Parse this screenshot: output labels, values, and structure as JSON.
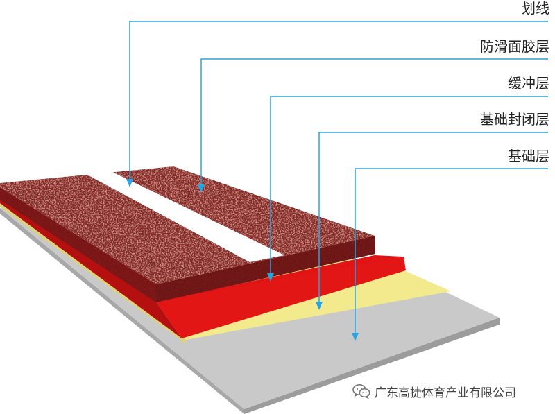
{
  "diagram": {
    "layers": [
      {
        "id": "marking",
        "label": "划线"
      },
      {
        "id": "anti-slip",
        "label": "防滑面胶层"
      },
      {
        "id": "cushion",
        "label": "缓冲层"
      },
      {
        "id": "sealing",
        "label": "基础封闭层"
      },
      {
        "id": "base",
        "label": "基础层"
      }
    ],
    "colors": {
      "leader_line": "#2aa3e0",
      "rubber_top": "#8a2622",
      "rubber_side": "#7a1414",
      "cushion": "#e01414",
      "sealing": "#f2ea8c",
      "base": "#c9c9c9",
      "line_marking": "#ffffff"
    }
  },
  "watermark": {
    "icon": "wechat-icon",
    "text": "广东高捷体育产业有限公司"
  }
}
